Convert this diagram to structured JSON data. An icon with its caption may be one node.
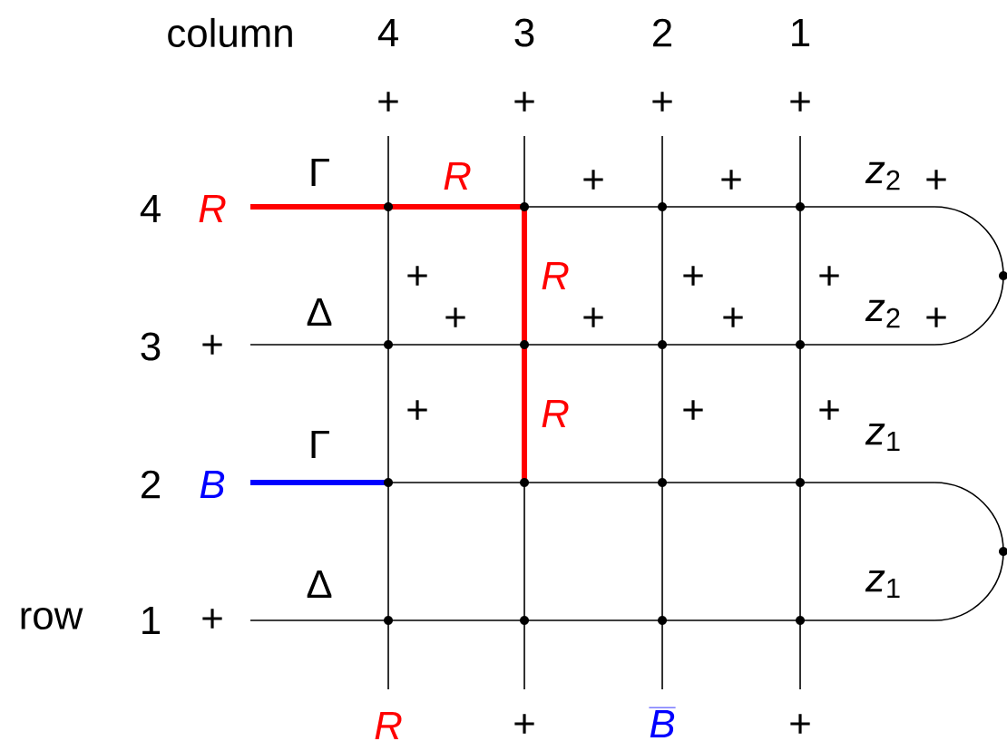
{
  "diagram": {
    "labels": [
      "column",
      "4",
      "3",
      "2",
      "1",
      "+",
      "+",
      "+",
      "+",
      "Γ",
      "R",
      "+",
      "+",
      "*z*$_{2}$",
      "+",
      "4",
      "R",
      "+",
      "R",
      "+",
      "+",
      "Δ",
      "+",
      "+",
      "+",
      "*z*$_{2}$",
      "+",
      "3",
      "+",
      "+",
      "R",
      "+",
      "+",
      "Γ",
      "*z*$_{1}$",
      "2",
      "B",
      "Δ",
      "*z*$_{1}$",
      "row",
      "1",
      "+",
      "R",
      "+",
      "B",
      "+"
    ]
  }
}
